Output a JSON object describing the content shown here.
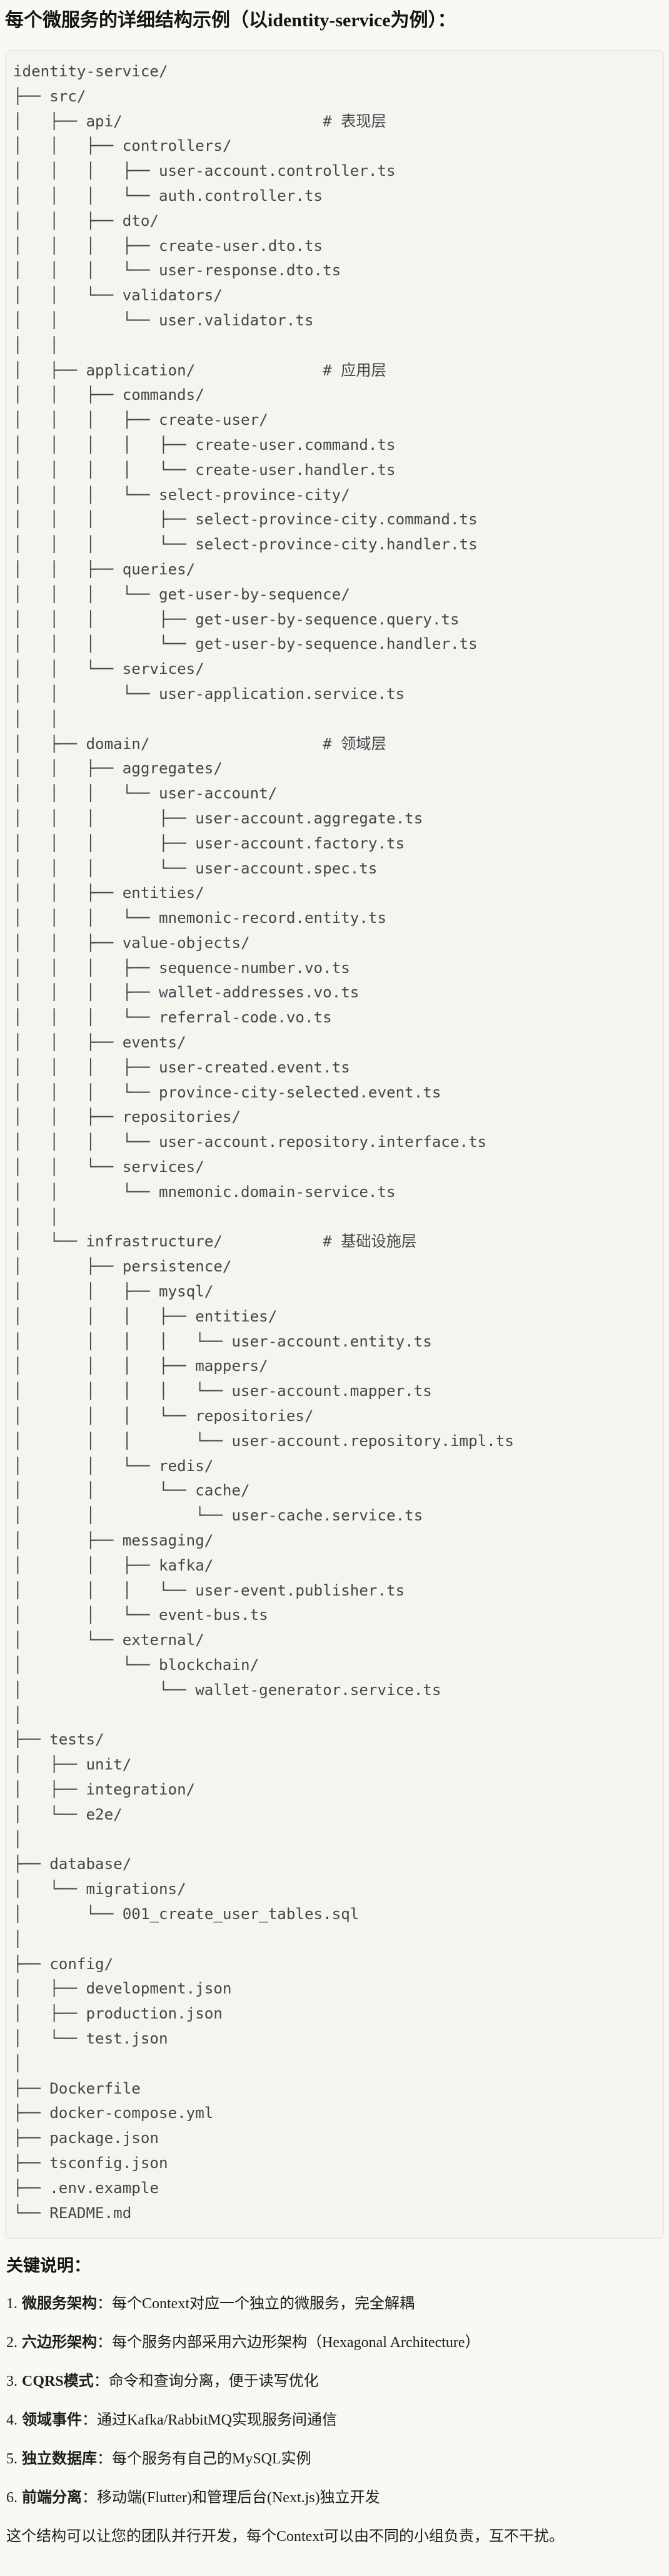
{
  "page": {
    "title": "每个微服务的详细结构示例（以identity-service为例）："
  },
  "tree": {
    "lines": [
      "identity-service/",
      "├── src/",
      "│   ├── api/                      # 表现层",
      "│   │   ├── controllers/",
      "│   │   │   ├── user-account.controller.ts",
      "│   │   │   └── auth.controller.ts",
      "│   │   ├── dto/",
      "│   │   │   ├── create-user.dto.ts",
      "│   │   │   └── user-response.dto.ts",
      "│   │   └── validators/",
      "│   │       └── user.validator.ts",
      "│   │",
      "│   ├── application/              # 应用层",
      "│   │   ├── commands/",
      "│   │   │   ├── create-user/",
      "│   │   │   │   ├── create-user.command.ts",
      "│   │   │   │   └── create-user.handler.ts",
      "│   │   │   └── select-province-city/",
      "│   │   │       ├── select-province-city.command.ts",
      "│   │   │       └── select-province-city.handler.ts",
      "│   │   ├── queries/",
      "│   │   │   └── get-user-by-sequence/",
      "│   │   │       ├── get-user-by-sequence.query.ts",
      "│   │   │       └── get-user-by-sequence.handler.ts",
      "│   │   └── services/",
      "│   │       └── user-application.service.ts",
      "│   │",
      "│   ├── domain/                   # 领域层",
      "│   │   ├── aggregates/",
      "│   │   │   └── user-account/",
      "│   │   │       ├── user-account.aggregate.ts",
      "│   │   │       ├── user-account.factory.ts",
      "│   │   │       └── user-account.spec.ts",
      "│   │   ├── entities/",
      "│   │   │   └── mnemonic-record.entity.ts",
      "│   │   ├── value-objects/",
      "│   │   │   ├── sequence-number.vo.ts",
      "│   │   │   ├── wallet-addresses.vo.ts",
      "│   │   │   └── referral-code.vo.ts",
      "│   │   ├── events/",
      "│   │   │   ├── user-created.event.ts",
      "│   │   │   └── province-city-selected.event.ts",
      "│   │   ├── repositories/",
      "│   │   │   └── user-account.repository.interface.ts",
      "│   │   └── services/",
      "│   │       └── mnemonic.domain-service.ts",
      "│   │",
      "│   └── infrastructure/           # 基础设施层",
      "│       ├── persistence/",
      "│       │   ├── mysql/",
      "│       │   │   ├── entities/",
      "│       │   │   │   └── user-account.entity.ts",
      "│       │   │   ├── mappers/",
      "│       │   │   │   └── user-account.mapper.ts",
      "│       │   │   └── repositories/",
      "│       │   │       └── user-account.repository.impl.ts",
      "│       │   └── redis/",
      "│       │       └── cache/",
      "│       │           └── user-cache.service.ts",
      "│       ├── messaging/",
      "│       │   ├── kafka/",
      "│       │   │   └── user-event.publisher.ts",
      "│       │   └── event-bus.ts",
      "│       └── external/",
      "│           └── blockchain/",
      "│               └── wallet-generator.service.ts",
      "│",
      "├── tests/",
      "│   ├── unit/",
      "│   ├── integration/",
      "│   └── e2e/",
      "│",
      "├── database/",
      "│   └── migrations/",
      "│       └── 001_create_user_tables.sql",
      "│",
      "├── config/",
      "│   ├── development.json",
      "│   ├── production.json",
      "│   └── test.json",
      "│",
      "├── Dockerfile",
      "├── docker-compose.yml",
      "├── package.json",
      "├── tsconfig.json",
      "├── .env.example",
      "└── README.md"
    ]
  },
  "notes": {
    "heading": "关键说明：",
    "items": [
      {
        "num": "1.",
        "label": "微服务架构",
        "sep": "：",
        "desc": "每个Context对应一个独立的微服务，完全解耦"
      },
      {
        "num": "2.",
        "label": "六边形架构",
        "sep": "：",
        "desc": "每个服务内部采用六边形架构（Hexagonal Architecture）"
      },
      {
        "num": "3.",
        "label": "CQRS模式",
        "sep": "：",
        "desc": "命令和查询分离，便于读写优化"
      },
      {
        "num": "4.",
        "label": "领域事件",
        "sep": "：",
        "desc": "通过Kafka/RabbitMQ实现服务间通信"
      },
      {
        "num": "5.",
        "label": "独立数据库",
        "sep": "：",
        "desc": "每个服务有自己的MySQL实例"
      },
      {
        "num": "6.",
        "label": "前端分离",
        "sep": "：",
        "desc": "移动端(Flutter)和管理后台(Next.js)独立开发"
      }
    ],
    "footer": "这个结构可以让您的团队并行开发，每个Context可以由不同的小组负责，互不干扰。"
  },
  "colors": {
    "page_background": "#faf8f3",
    "code_block_background": "#f5f4ee",
    "code_block_border": "#e4e2d9",
    "tree_text": "#45464b",
    "body_text": "#1d1d18",
    "heading_text": "#15150f"
  }
}
